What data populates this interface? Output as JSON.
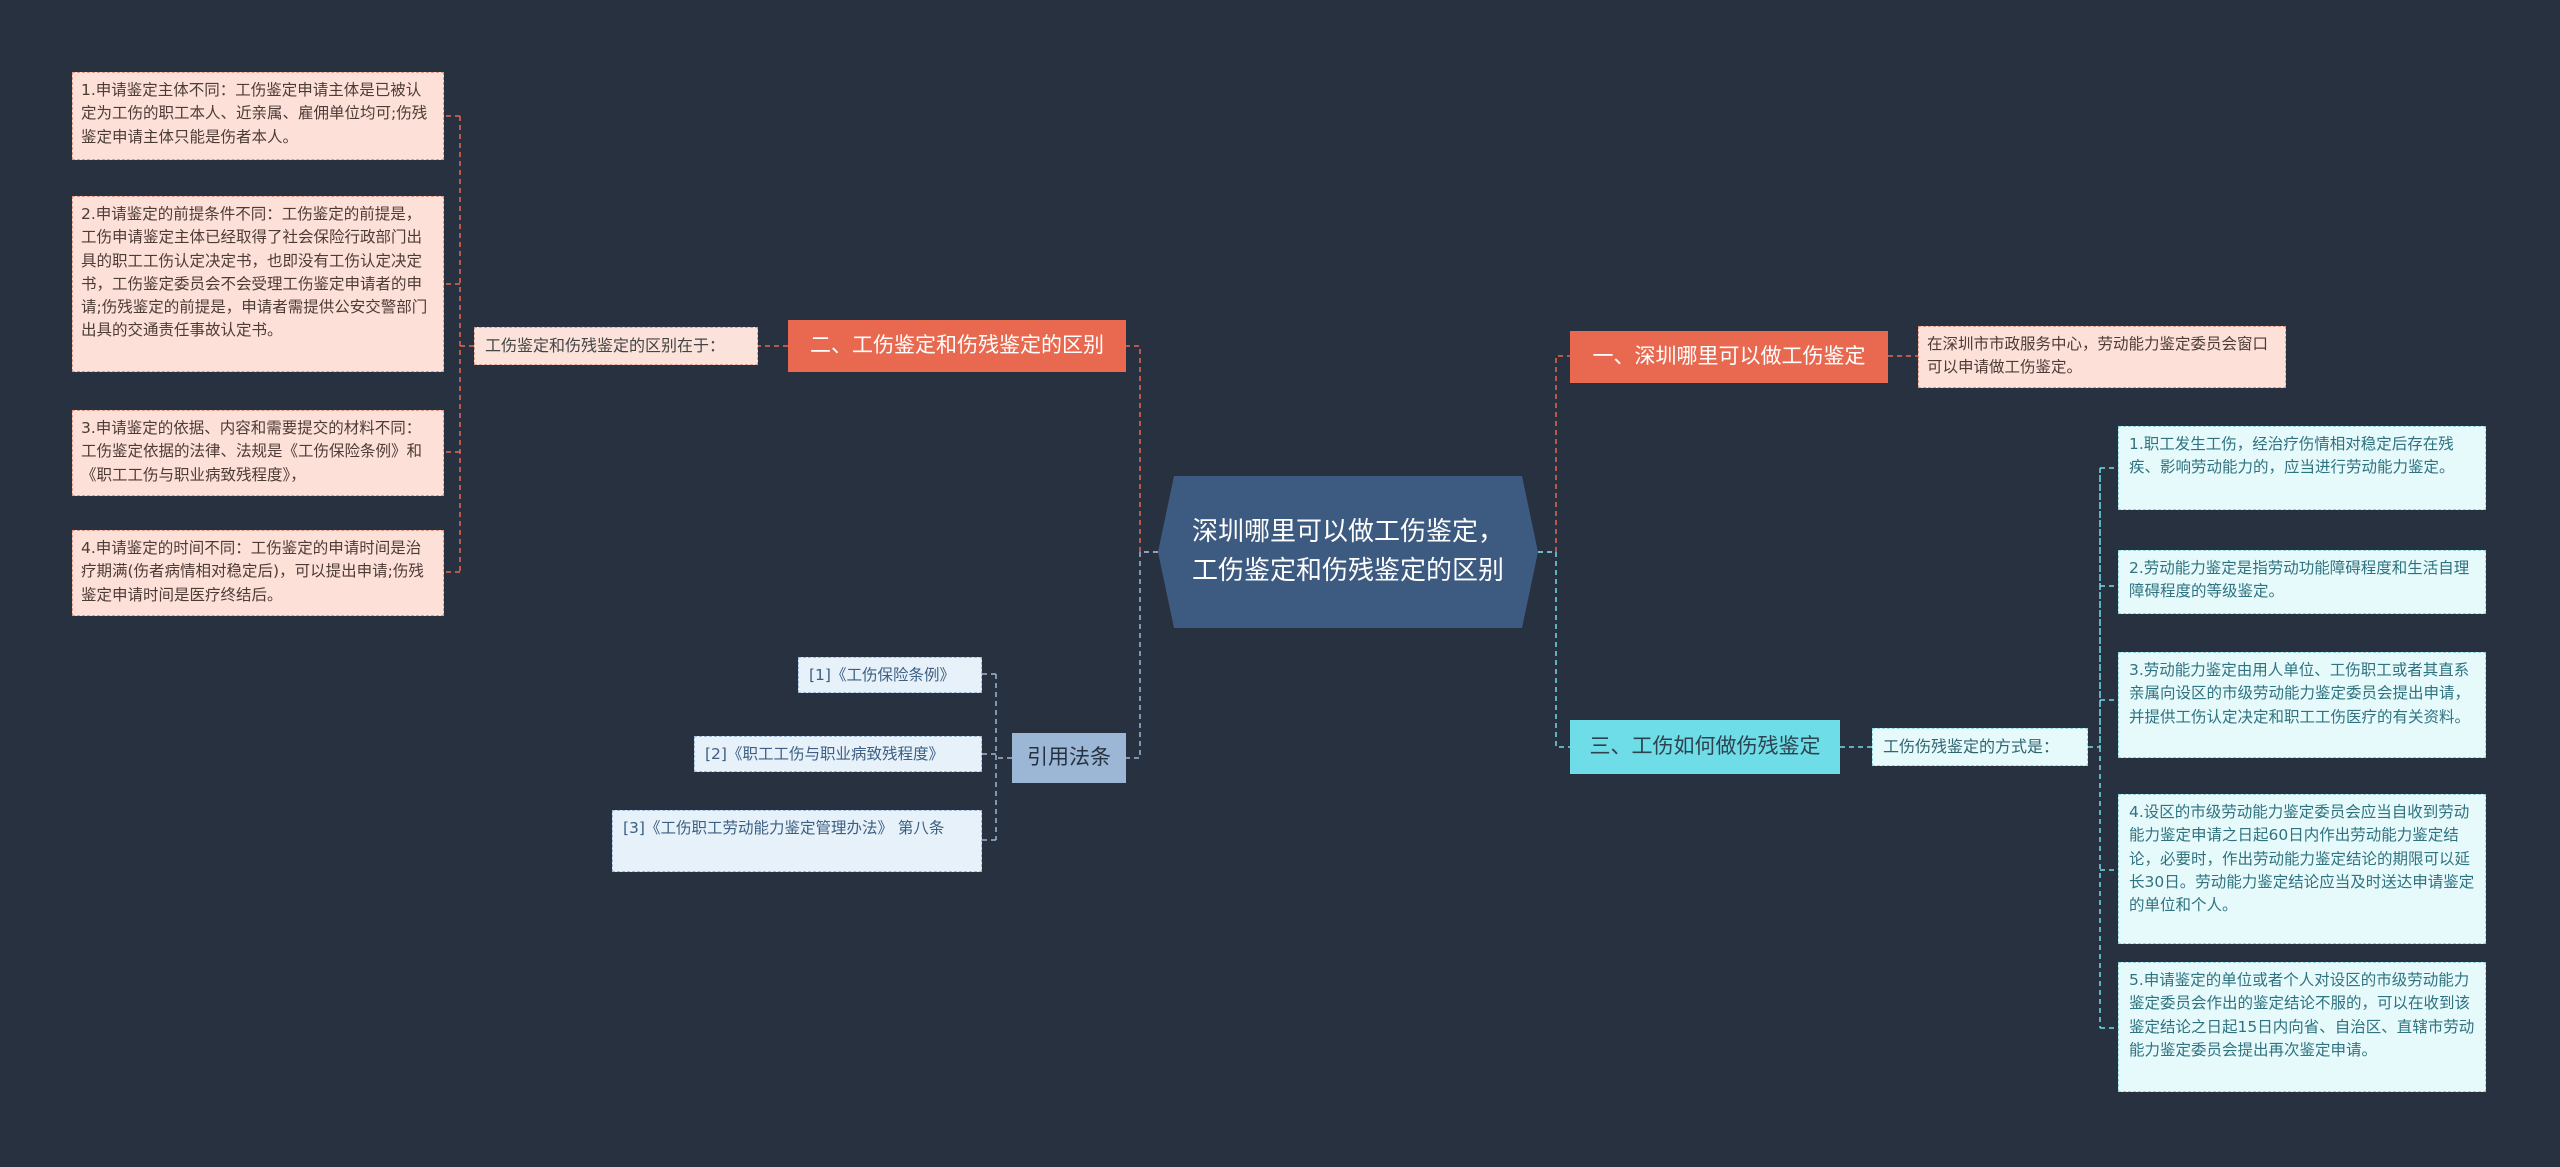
{
  "central": {
    "title": "深圳哪里可以做工伤鉴定，工伤鉴定和伤残鉴定的区别"
  },
  "branches": {
    "one": {
      "title": "一、深圳哪里可以做工伤鉴定",
      "answer": "在深圳市市政服务中心，劳动能力鉴定委员会窗口可以申请做工伤鉴定。"
    },
    "two": {
      "title": "二、工伤鉴定和伤残鉴定的区别",
      "label": "工伤鉴定和伤残鉴定的区别在于：",
      "items": [
        "1.申请鉴定主体不同：工伤鉴定申请主体是已被认定为工伤的职工本人、近亲属、雇佣单位均可;伤残鉴定申请主体只能是伤者本人。",
        "2.申请鉴定的前提条件不同：工伤鉴定的前提是，工伤申请鉴定主体已经取得了社会保险行政部门出具的职工工伤认定决定书，也即没有工伤认定决定书，工伤鉴定委员会不会受理工伤鉴定申请者的申请;伤残鉴定的前提是，申请者需提供公安交警部门出具的交通责任事故认定书。",
        "3.申请鉴定的依据、内容和需要提交的材料不同：工伤鉴定依据的法律、法规是《工伤保险条例》和《职工工伤与职业病致残程度》，",
        "4.申请鉴定的时间不同：工伤鉴定的申请时间是治疗期满(伤者病情相对稳定后)，可以提出申请;伤残鉴定申请时间是医疗终结后。"
      ]
    },
    "three": {
      "title": "三、工伤如何做伤残鉴定",
      "label": "工伤伤残鉴定的方式是：",
      "items": [
        "1.职工发生工伤，经治疗伤情相对稳定后存在残疾、影响劳动能力的，应当进行劳动能力鉴定。",
        "2.劳动能力鉴定是指劳动功能障碍程度和生活自理障碍程度的等级鉴定。",
        "3.劳动能力鉴定由用人单位、工伤职工或者其直系亲属向设区的市级劳动能力鉴定委员会提出申请，并提供工伤认定决定和职工工伤医疗的有关资料。",
        "4.设区的市级劳动能力鉴定委员会应当自收到劳动能力鉴定申请之日起60日内作出劳动能力鉴定结论，必要时，作出劳动能力鉴定结论的期限可以延长30日。劳动能力鉴定结论应当及时送达申请鉴定的单位和个人。",
        "5.申请鉴定的单位或者个人对设区的市级劳动能力鉴定委员会作出的鉴定结论不服的，可以在收到该鉴定结论之日起15日内向省、自治区、直辖市劳动能力鉴定委员会提出再次鉴定申请。"
      ]
    },
    "refs": {
      "title": "引用法条",
      "items": [
        "[1]《工伤保险条例》",
        "[2]《职工工伤与职业病致残程度》",
        "[3]《工伤职工劳动能力鉴定管理办法》 第八条"
      ]
    }
  },
  "colors": {
    "background": "#283140",
    "central": "#3d5a80",
    "red_branch": "#e8694f",
    "red_leaf": "#fde1d9",
    "cyan_branch": "#6fdde8",
    "cyan_leaf": "#e6fafb",
    "blue_branch": "#9cb7d6",
    "blue_leaf": "#e7f1fa"
  }
}
